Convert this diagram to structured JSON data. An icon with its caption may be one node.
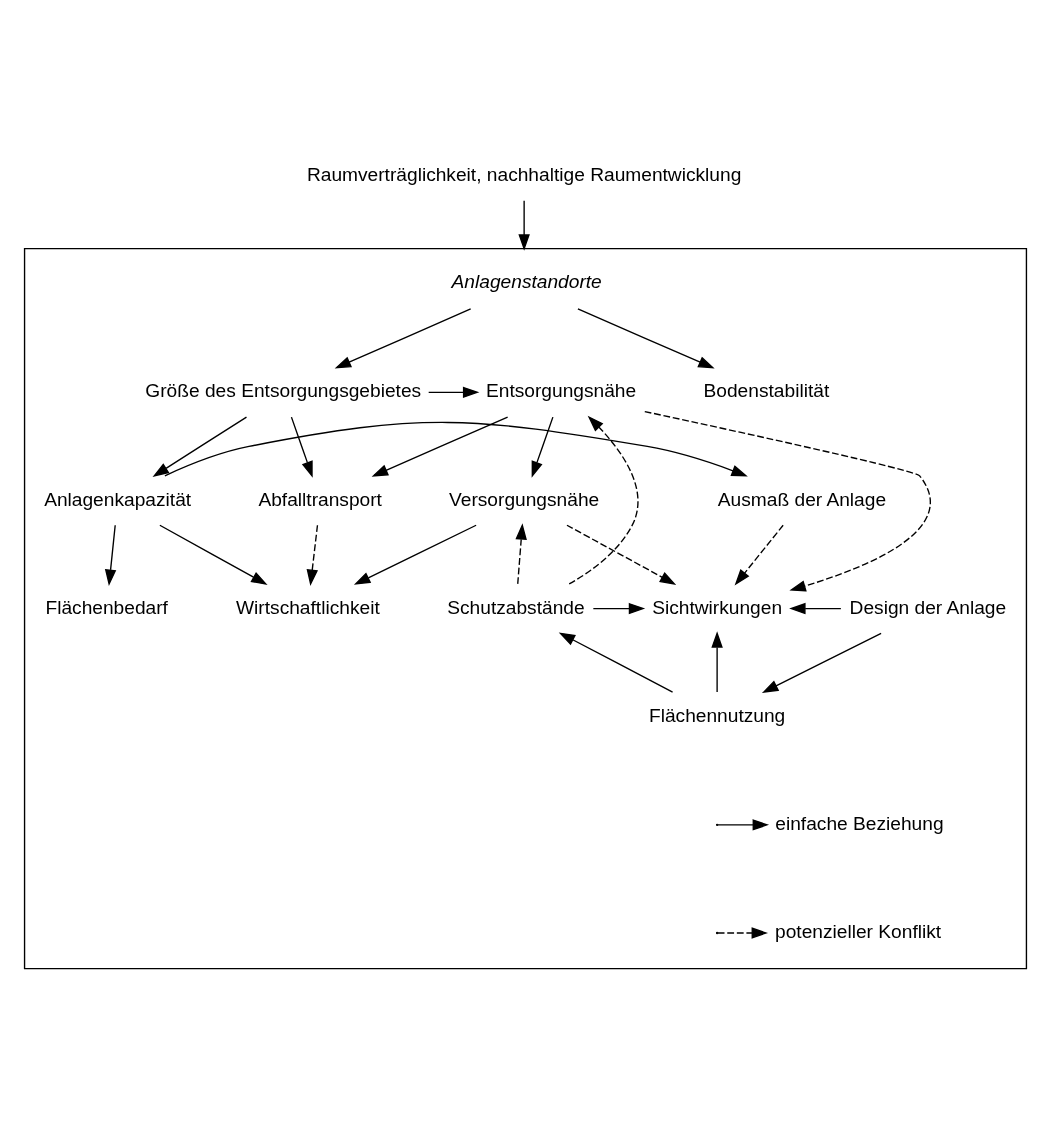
{
  "diagram": {
    "nodes": [
      {
        "text": [
          "Raumverträglichkeit, nachhaltige Raumentwicklung"
        ]
      },
      {
        "text": [],
        "shape": "box"
      },
      {
        "text": [
          "Anlagenstandorte"
        ],
        "in": 1
      },
      {
        "text": [
          "Abfalltransport"
        ],
        "in": 1
      },
      {
        "text": [
          "Größe des Entsorgungsgebietes"
        ],
        "in": 1
      },
      {
        "text": [
          "Bodenstabilität"
        ],
        "in": 1
      },
      {
        "text": [
          "Entsorgungsnähe"
        ],
        "in": 1
      },
      {
        "text": [
          "Versorgungsnähe"
        ],
        "in": 1
      },
      {
        "text": [
          "Anlagenkapazität"
        ],
        "in": 1
      },
      {
        "text": [
          "Ausmaß der Anlage"
        ],
        "in": 1
      },
      {
        "text": [
          "Wirtschaftlichkeit"
        ],
        "in": 1
      },
      {
        "text": [
          "Flächenbedarf"
        ],
        "in": 1
      },
      {
        "text": [
          "Schutzabstände"
        ],
        "in": 1
      },
      {
        "text": [
          "Sichtwirkungen"
        ],
        "in": 1
      },
      {
        "text": [
          "Design der Anlage"
        ],
        "in": 1
      },
      {
        "text": [
          "Flächennutzung"
        ],
        "in": 1
      }
    ],
    "edges": [
      {
        "from": 0,
        "to": 1,
        "arrow": "to"
      },
      {
        "from": 2,
        "to": 4,
        "arrow": "to"
      },
      {
        "from": 2,
        "to": 5,
        "arrow": "to"
      },
      {
        "from": 4,
        "to": 3,
        "arrow": "to"
      },
      {
        "from": 4,
        "to": 6,
        "arrow": "to"
      },
      {
        "from": 4,
        "to": 8,
        "arrow": "to"
      },
      {
        "from": 6,
        "to": 3,
        "arrow": "to"
      },
      {
        "from": 6,
        "to": 7,
        "arrow": "to"
      },
      {
        "from": 3,
        "to": 10,
        "arrow": "to",
        "style": "dashed"
      },
      {
        "from": 12,
        "to": 6,
        "arrow": "to",
        "style": "dashed"
      },
      {
        "from": 12,
        "to": 7,
        "arrow": "to",
        "style": "dashed"
      },
      {
        "from": 7,
        "to": 10,
        "arrow": "to"
      },
      {
        "from": 8,
        "to": 10,
        "arrow": "to"
      },
      {
        "from": 8,
        "to": 11,
        "arrow": "to"
      },
      {
        "from": 8,
        "to": 9,
        "arrow": "to"
      },
      {
        "from": 6,
        "to": 13,
        "arrow": "to",
        "style": "dashed"
      },
      {
        "from": 7,
        "to": 13,
        "arrow": "to",
        "style": "dashed"
      },
      {
        "from": 9,
        "to": 13,
        "arrow": "to",
        "style": "dashed"
      },
      {
        "from": 12,
        "to": 13,
        "arrow": "to"
      },
      {
        "from": 14,
        "to": 13,
        "arrow": "to"
      },
      {
        "from": 15,
        "to": 13,
        "arrow": "to"
      },
      {
        "from": 14,
        "to": 15,
        "arrow": "to"
      },
      {
        "from": 15,
        "to": 12,
        "arrow": "to"
      }
    ],
    "legend": [
      {
        "text": "einfache Beziehung"
      },
      {
        "text": "potenzieller Konflikt"
      }
    ]
  }
}
